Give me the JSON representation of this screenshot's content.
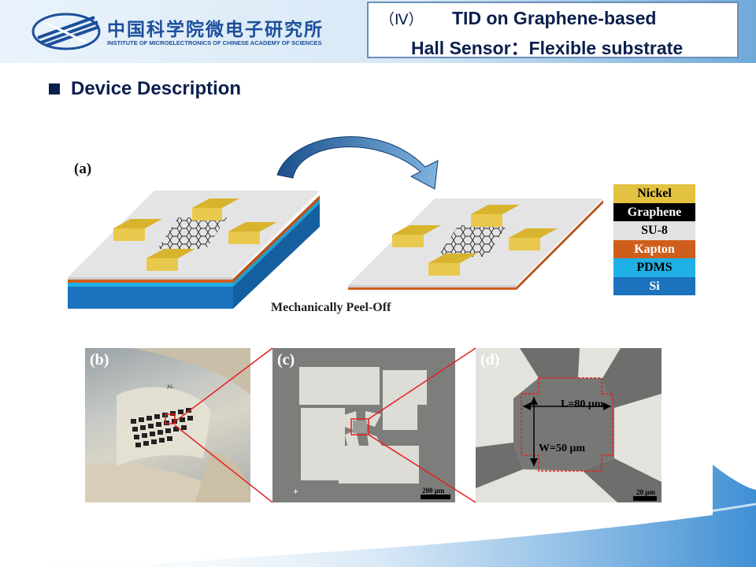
{
  "logo": {
    "text_cn": "中国科学院微电子研究所",
    "text_en": "INSTITUTE OF MICROELECTRONICS OF CHINESE ACADEMY OF SCIENCES"
  },
  "title": {
    "numeral": "（Ⅳ）",
    "line1": "TID on Graphene-based",
    "line2": "Hall Sensor：Flexible substrate"
  },
  "section": {
    "heading": "Device Description"
  },
  "figure_a": {
    "label": "(a)",
    "caption": "Mechanically Peel-Off"
  },
  "legend": {
    "layers": [
      {
        "label": "Nickel",
        "bg": "#e2c240",
        "fg": "#000000"
      },
      {
        "label": "Graphene",
        "bg": "#000000",
        "fg": "#ffffff"
      },
      {
        "label": "SU-8",
        "bg": "#e2e2e2",
        "fg": "#000000"
      },
      {
        "label": "Kapton",
        "bg": "#cf5e1c",
        "fg": "#ffffff"
      },
      {
        "label": "PDMS",
        "bg": "#1fb0e6",
        "fg": "#000000"
      },
      {
        "label": "Si",
        "bg": "#1b72bd",
        "fg": "#ffffff"
      }
    ]
  },
  "figure_b": {
    "label": "(b)",
    "chip_text": "AL"
  },
  "figure_c": {
    "label": "(c)",
    "scale_label": "200 μm"
  },
  "figure_d": {
    "label": "(d)",
    "length_label": "L=80 μm",
    "width_label": "W=50 μm",
    "scale_label": "20 μm"
  },
  "colors": {
    "navy": "#0b1f4d",
    "nickel": "#e2c240",
    "su8": "#e2e2e2",
    "kapton": "#cf5e1c",
    "pdms": "#1fb0e6",
    "si": "#1b72bd",
    "zoom_line": "#e32020"
  }
}
